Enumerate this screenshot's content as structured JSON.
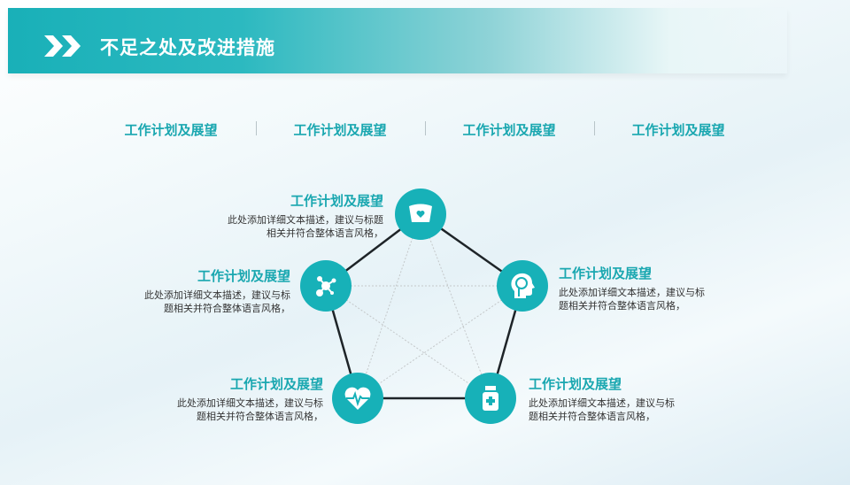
{
  "header": {
    "title": "不足之处及改进措施",
    "icon": "double-chevron-right-icon"
  },
  "tabs": [
    "工作计划及展望",
    "工作计划及展望",
    "工作计划及展望",
    "工作计划及展望"
  ],
  "nodes": [
    {
      "icon": "nurse-cap-icon",
      "title": "工作计划及展望",
      "desc1": "此处添加详细文本描述，建议与标题",
      "desc2": "相关并符合整体语言风格，"
    },
    {
      "icon": "molecule-icon",
      "title": "工作计划及展望",
      "desc1": "此处添加详细文本描述，建议与标",
      "desc2": "题相关并符合整体语言风格，"
    },
    {
      "icon": "brain-head-icon",
      "title": "工作计划及展望",
      "desc1": "此处添加详细文本描述，建议与标",
      "desc2": "题相关并符合整体语言风格，"
    },
    {
      "icon": "heartbeat-icon",
      "title": "工作计划及展望",
      "desc1": "此处添加详细文本描述，建议与标",
      "desc2": "题相关并符合整体语言风格，"
    },
    {
      "icon": "medicine-bottle-icon",
      "title": "工作计划及展望",
      "desc1": "此处添加详细文本描述，建议与标",
      "desc2": "题相关并符合整体语言风格，"
    }
  ],
  "colors": {
    "accent": "#17b1b8",
    "title_text": "#1aa7b0"
  }
}
